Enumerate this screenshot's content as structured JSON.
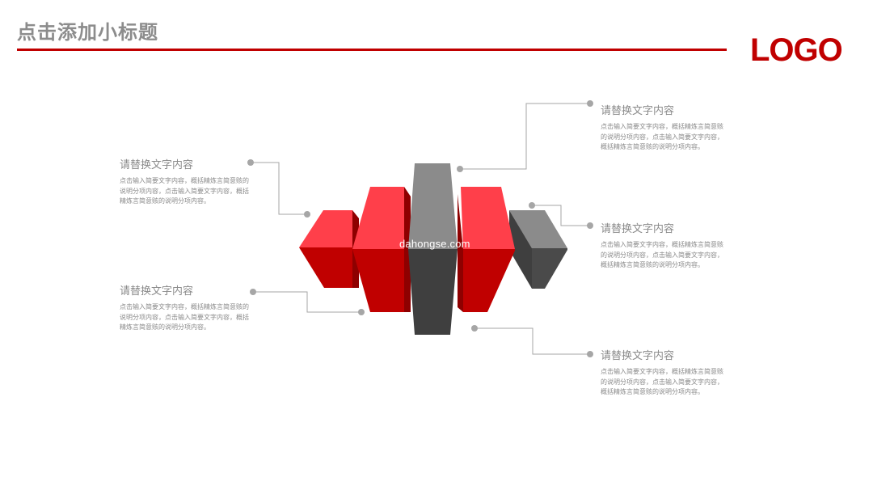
{
  "header": {
    "title": "点击添加小标题",
    "logo": "LOGO"
  },
  "colors": {
    "accent": "#c00000",
    "accent_light": "#ff3f4a",
    "gray_dark": "#3f3f3f",
    "gray_light": "#8b8b8b",
    "text_gray": "#8a8a8a",
    "connector_gray": "#a6a6a6"
  },
  "watermark": "dahongse.com",
  "text_blocks": [
    {
      "heading": "请替换文字内容",
      "lines": [
        "点击输入简要文字内容，概括精炼言简意赅的",
        "说明分项内容，点击输入简要文字内容，概括",
        "精炼言简意赅的说明分项内容。"
      ]
    },
    {
      "heading": "请替换文字内容",
      "lines": [
        "点击输入简要文字内容，概括精炼言简意赅的",
        "说明分项内容，点击输入简要文字内容，概括",
        "精炼言简意赅的说明分项内容。"
      ]
    },
    {
      "heading": "请替换文字内容",
      "lines": [
        "点击输入简要文字内容，概括精炼言简意赅",
        "的说明分项内容，点击输入简要文字内容，",
        "概括精炼言简意赅的说明分项内容。"
      ]
    },
    {
      "heading": "请替换文字内容",
      "lines": [
        "点击输入简要文字内容，概括精炼言简意赅",
        "的说明分项内容，点击输入简要文字内容，",
        "概括精炼言简意赅的说明分项内容。"
      ]
    },
    {
      "heading": "请替换文字内容",
      "lines": [
        "点击输入简要文字内容，概括精炼言简意赅",
        "的说明分项内容，点击输入简要文字内容，",
        "概括精炼言简意赅的说明分项内容。"
      ]
    }
  ]
}
